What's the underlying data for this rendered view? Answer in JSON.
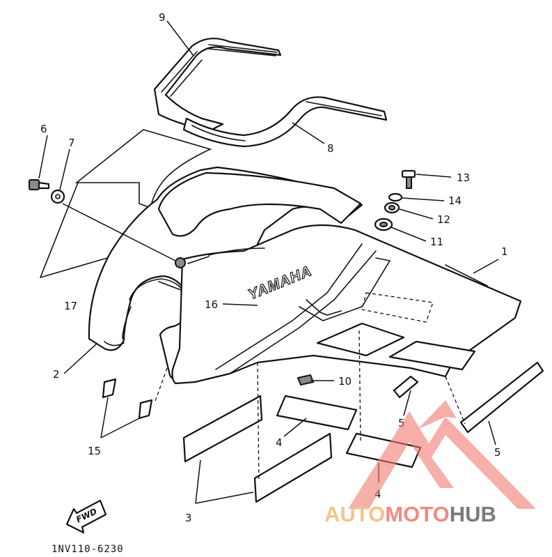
{
  "diagram": {
    "part_numbers": {
      "p1": "1",
      "p2": "2",
      "p3": "3",
      "p4a": "4",
      "p4b": "4",
      "p5a": "5",
      "p5b": "5",
      "p6": "6",
      "p7": "7",
      "p8": "8",
      "p9": "9",
      "p10": "10",
      "p11": "11",
      "p12": "12",
      "p13": "13",
      "p14": "14",
      "p15": "15",
      "p16": "16",
      "p17": "17"
    },
    "brand_on_cowl": "YAMAHA",
    "direction_arrow": "FWD",
    "drawing_code": "1NV110-6230"
  },
  "watermark": {
    "auto": "AUTO",
    "moto": "MOTO",
    "hub": "HUB",
    "colors": {
      "auto": "#f5c48a",
      "moto": "#f08a82",
      "hub": "#7a7a7a",
      "logo": "#f27a72"
    }
  }
}
